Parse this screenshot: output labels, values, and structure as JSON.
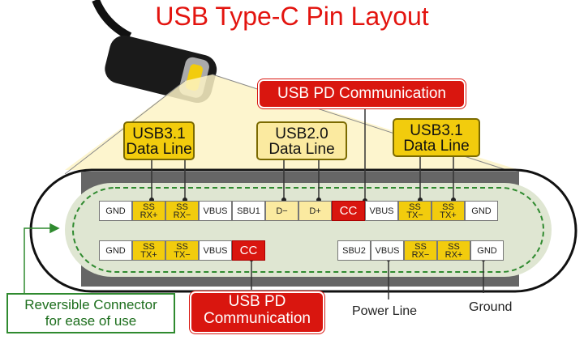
{
  "title": "USB Type-C Pin Layout",
  "labels": {
    "usb31_left": [
      "USB3.1",
      "Data Line"
    ],
    "usb20": [
      "USB2.0",
      "Data Line"
    ],
    "usb31_right": [
      "USB3.1",
      "Data Line"
    ],
    "pd_top": "USB PD Communication",
    "pd_bottom": [
      "USB PD",
      "Communication"
    ],
    "reversible": [
      "Reversible Connector",
      "for ease of use"
    ],
    "power_line": "Power Line",
    "ground": "Ground"
  },
  "top_row": [
    {
      "label": "GND",
      "sub": "",
      "color": "white"
    },
    {
      "label": "SS",
      "sub": "RX+",
      "color": "yellow"
    },
    {
      "label": "SS",
      "sub": "RX−",
      "color": "yellow"
    },
    {
      "label": "VBUS",
      "sub": "",
      "color": "white"
    },
    {
      "label": "SBU1",
      "sub": "",
      "color": "white"
    },
    {
      "label": "D−",
      "sub": "",
      "color": "lightyellow"
    },
    {
      "label": "D+",
      "sub": "",
      "color": "lightyellow"
    },
    {
      "label": "CC",
      "sub": "",
      "color": "red"
    },
    {
      "label": "VBUS",
      "sub": "",
      "color": "white"
    },
    {
      "label": "SS",
      "sub": "TX−",
      "color": "yellow"
    },
    {
      "label": "SS",
      "sub": "TX+",
      "color": "yellow"
    },
    {
      "label": "GND",
      "sub": "",
      "color": "white"
    }
  ],
  "bottom_row_left": [
    {
      "label": "GND",
      "sub": "",
      "color": "white"
    },
    {
      "label": "SS",
      "sub": "TX+",
      "color": "yellow"
    },
    {
      "label": "SS",
      "sub": "TX−",
      "color": "yellow"
    },
    {
      "label": "VBUS",
      "sub": "",
      "color": "white"
    },
    {
      "label": "CC",
      "sub": "",
      "color": "red"
    }
  ],
  "bottom_row_right": [
    {
      "label": "SBU2",
      "sub": "",
      "color": "white"
    },
    {
      "label": "VBUS",
      "sub": "",
      "color": "white"
    },
    {
      "label": "SS",
      "sub": "RX−",
      "color": "yellow"
    },
    {
      "label": "SS",
      "sub": "RX+",
      "color": "yellow"
    },
    {
      "label": "GND",
      "sub": "",
      "color": "white"
    }
  ],
  "colors": {
    "title": "#e3140f",
    "red": "#d9160f",
    "yellow": "#f2cc0d",
    "lightyellow": "#fbeaa0",
    "green": "#2f8a2f",
    "connector_fill": "#dfe6d2"
  }
}
